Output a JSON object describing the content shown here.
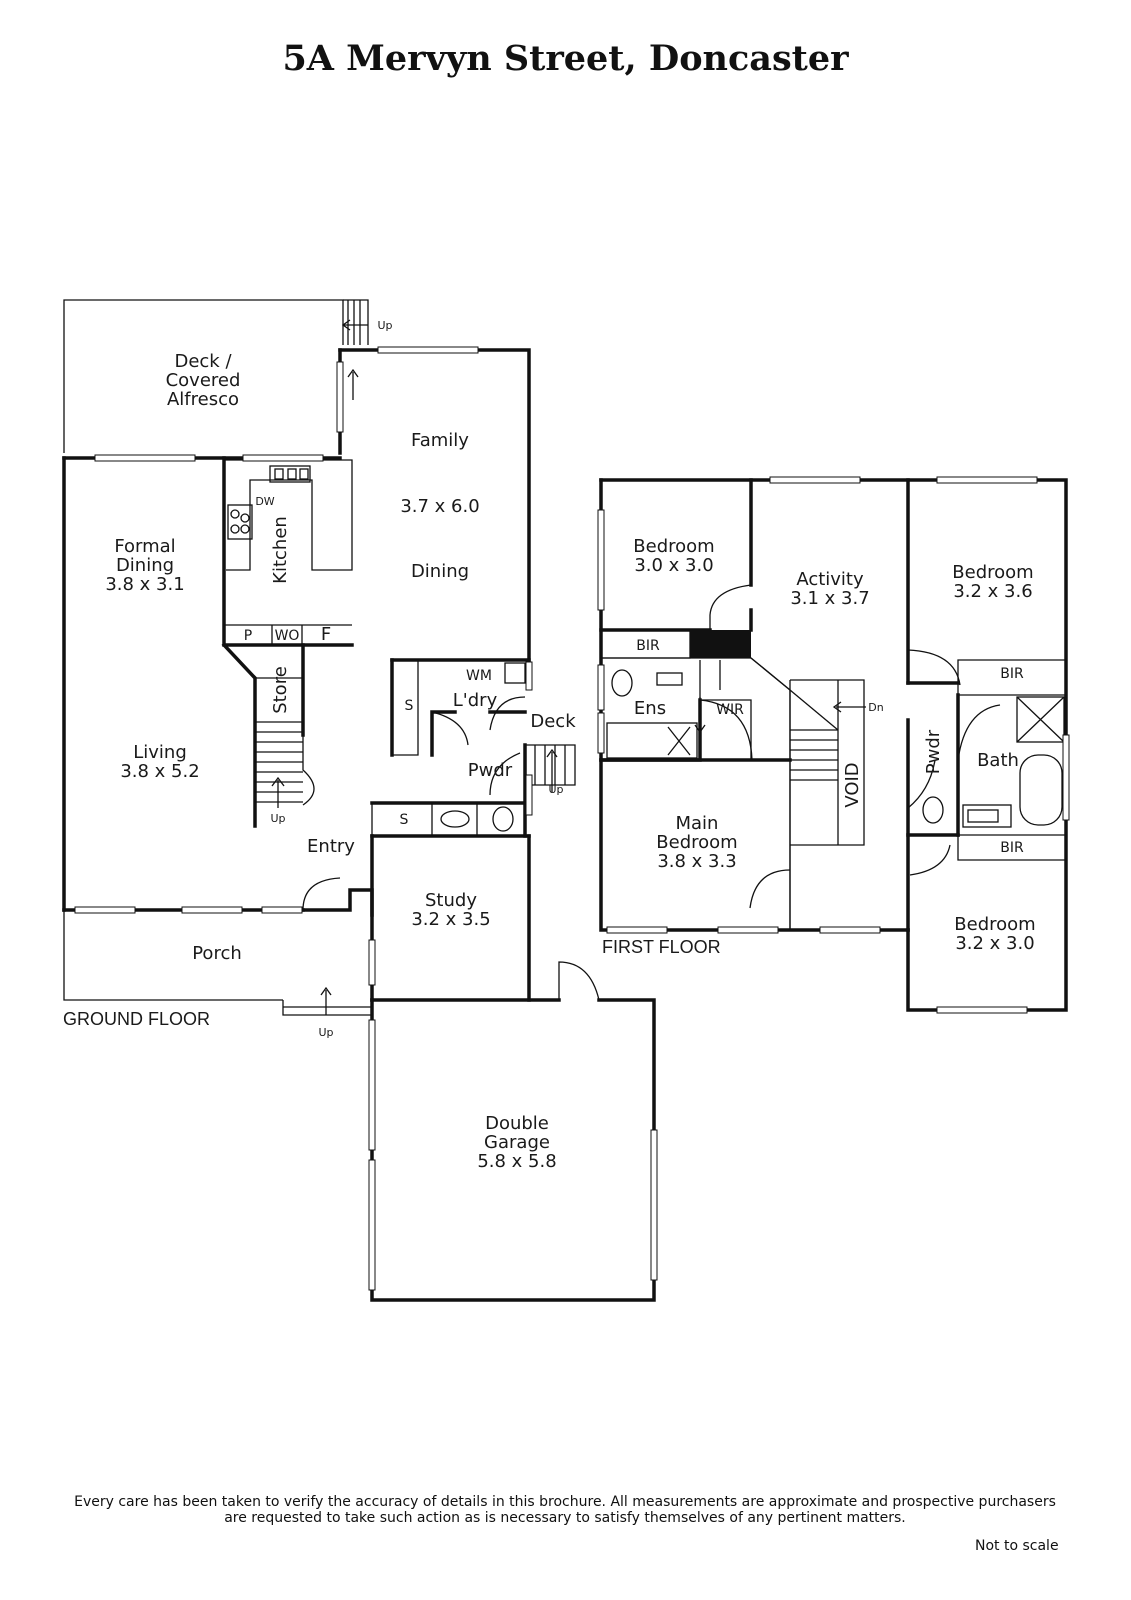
{
  "title": "5A Mervyn Street, Doncaster",
  "floors": {
    "ground": "GROUND FLOOR",
    "first": "FIRST FLOOR"
  },
  "ground_rooms": {
    "deck_alfresco": [
      "Deck /",
      "Covered",
      "Alfresco"
    ],
    "family": {
      "name": "Family",
      "size": "3.7 x 6.0",
      "sub": "Dining"
    },
    "kitchen": "Kitchen",
    "dw": "DW",
    "formal_dining": {
      "name": [
        "Formal",
        "Dining"
      ],
      "size": "3.8 x 3.1"
    },
    "pantry": "P",
    "wo": "WO",
    "fridge": "F",
    "store": "Store",
    "living": {
      "name": "Living",
      "size": "3.8 x 5.2"
    },
    "wm": "WM",
    "laundry": "L'dry",
    "sink_laundry": "S",
    "deck": "Deck",
    "pwdr": "Pwdr",
    "sink_pwdr": "S",
    "entry": "Entry",
    "study": {
      "name": "Study",
      "size": "3.2 x 3.5"
    },
    "porch": "Porch",
    "garage": {
      "name": [
        "Double",
        "Garage"
      ],
      "size": "5.8 x 5.8"
    },
    "up": "Up"
  },
  "first_rooms": {
    "bedroom_nw": {
      "name": "Bedroom",
      "size": "3.0 x 3.0"
    },
    "activity": {
      "name": "Activity",
      "size": "3.1 x 3.7"
    },
    "bedroom_ne": {
      "name": "Bedroom",
      "size": "3.2 x 3.6"
    },
    "bir": "BIR",
    "ens": "Ens",
    "wir": "WIR",
    "dn": "Dn",
    "void": "VOID",
    "pwdr": "Pwdr",
    "bath": "Bath",
    "main_bedroom": {
      "name": [
        "Main",
        "Bedroom"
      ],
      "size": "3.8 x 3.3"
    },
    "bedroom_se": {
      "name": "Bedroom",
      "size": "3.2 x 3.0"
    }
  },
  "disclaimer": [
    "Every care has been taken to verify the accuracy of details in this brochure.  All measurements are approximate and prospective purchasers",
    "are requested to take such action as is necessary to satisfy themselves of any pertinent matters."
  ],
  "not_to_scale": "Not to scale"
}
